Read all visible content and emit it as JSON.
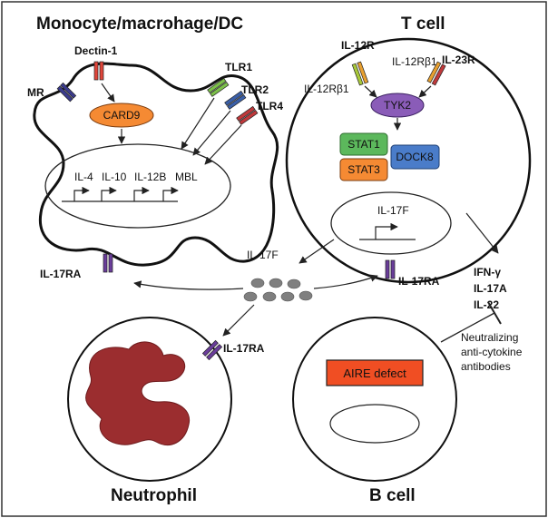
{
  "panels": {
    "monocyte_title": "Monocyte/macrohage/DC",
    "tcell_title": "T cell",
    "neutrophil_title": "Neutrophil",
    "bcell_title": "B cell"
  },
  "receptors": {
    "mr": "MR",
    "dectin1": "Dectin-1",
    "tlr1": "TLR1",
    "tlr2": "TLR2",
    "tlr4": "TLR4",
    "il12r": "IL-12R",
    "il23r": "IL-23R",
    "il12rb1_left": "IL-12Rβ1",
    "il12rb1_right": "IL-12Rβ1",
    "il17ra_mono": "IL-17RA",
    "il17ra_tcell": "IL-17RA",
    "il17ra_neutrophil": "IL-17RA"
  },
  "signaling": {
    "card9": "CARD9",
    "tyk2": "TYK2",
    "stat1": "STAT1",
    "stat3": "STAT3",
    "dock8": "DOCK8"
  },
  "genes": {
    "il4": "IL-4",
    "il10": "IL-10",
    "il12b": "IL-12B",
    "mbl": "MBL",
    "il17f_gene": "IL-17F"
  },
  "cytokines": {
    "il17f": "IL-17F",
    "ifng": "IFN-γ",
    "il17a": "IL-17A",
    "il22": "IL-22"
  },
  "neutralizing": {
    "line1": "Neutralizing",
    "line2": "anti-cytokine",
    "line3": "antibodies"
  },
  "aire_defect": "AIRE defect",
  "colors": {
    "card9": "#f58a33",
    "tyk2": "#8a5cb8",
    "stat1": "#5cb85c",
    "stat3": "#f58a33",
    "dock8": "#4a7cc9",
    "aire": "#f04e23",
    "neutrophil_nucleus": "#9b2d2f",
    "il17f_particles": "#7f7f7f",
    "mr_receptor": "#3a3a8c",
    "dectin_receptor": "#e0453a",
    "tlr1_receptor": "#7cc04a",
    "tlr2_receptor": "#3a5fa8",
    "tlr4_receptor": "#c0393b",
    "il17ra_receptor": "#6a3d9a",
    "il12r_receptor": "#a8c83a",
    "il23r_receptor": "#e8a030"
  }
}
